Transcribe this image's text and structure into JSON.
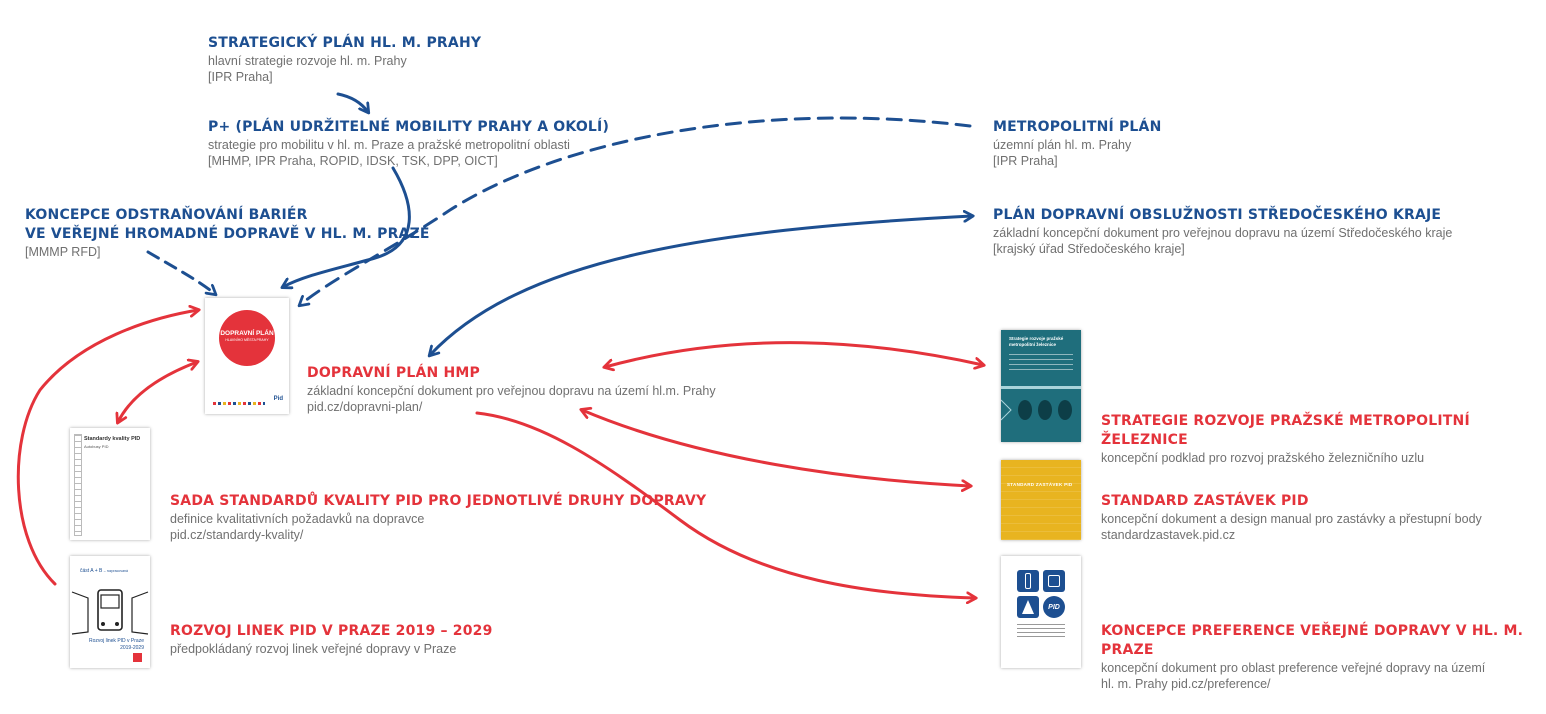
{
  "nodes": {
    "strategic": {
      "title": "STRATEGICKÝ PLÁN HL. M. PRAHY",
      "desc": "hlavní strategie rozvoje hl. m. Prahy",
      "org": "[IPR Praha]"
    },
    "pplus": {
      "title": "P+ (PLÁN UDRŽITELNÉ MOBILITY PRAHY A OKOLÍ)",
      "desc": "strategie pro mobilitu v hl. m. Praze a pražské metropolitní oblasti",
      "org": "[MHMP, IPR Praha, ROPID, IDSK, TSK, DPP, OICT]"
    },
    "metro_plan": {
      "title": "METROPOLITNÍ PLÁN",
      "desc": "územní plán hl. m. Prahy",
      "org": "[IPR Praha]"
    },
    "barriers": {
      "title1": "KONCEPCE ODSTRAŇOVÁNÍ BARIÉR",
      "title2": "VE VEŘEJNÉ HROMADNÉ DOPRAVĚ V HL. M. PRAZE",
      "org": "[MMMP RFD]"
    },
    "stc": {
      "title": "PLÁN DOPRAVNÍ OBSLUŽNOSTI STŘEDOČESKÉHO KRAJE",
      "desc": "základní koncepční dokument pro veřejnou dopravu na území Středočeského kraje",
      "org": "[krajský úřad Středočeského kraje]"
    },
    "dp_hmp": {
      "title": "DOPRAVNÍ PLÁN HMP",
      "desc": "základní koncepční dokument pro veřejnou dopravu na území hl.m. Prahy",
      "link": "pid.cz/dopravni-plan/"
    },
    "rail": {
      "title": "STRATEGIE ROZVOJE PRAŽSKÉ METROPOLITNÍ ŽELEZNICE",
      "desc": "koncepční podklad pro rozvoj pražského železničního uzlu"
    },
    "standards": {
      "title": "SADA STANDARDŮ KVALITY PID PRO JEDNOTLIVÉ DRUHY DOPRAVY",
      "desc": "definice kvalitativních požadavků na dopravce",
      "link": "pid.cz/standardy-kvality/"
    },
    "stops": {
      "title": "STANDARD ZASTÁVEK PID",
      "desc": "koncepční dokument a design manual pro zastávky a přestupní body",
      "link": "standardzastavek.pid.cz"
    },
    "lines": {
      "title": "ROZVOJ LINEK PID V PRAZE 2019 – 2029",
      "desc": "předpokládaný rozvoj linek veřejné dopravy v Praze"
    },
    "preference": {
      "title": "KONCEPCE PREFERENCE VEŘEJNÉ DOPRAVY V HL. M. PRAZE",
      "desc1": "koncepční dokument pro oblast preference veřejné dopravy na území",
      "desc2": "hl. m. Prahy pid.cz/preference/"
    }
  },
  "covers": {
    "dp": {
      "line1": "DOPRAVNÍ PLÁN",
      "line2": "HLAVNÍHO MĚSTA PRAHY",
      "brand": "Pid"
    },
    "standards": {
      "title": "Standardy kvality PID",
      "sub": "Autobusy PID"
    },
    "lines": {
      "top": "část A + B",
      "top_sub": "– rozpracovaná",
      "title": "Rozvoj linek PID v Praze",
      "years": "2019-2029"
    },
    "rail": {
      "title1": "Strategie rozvoje pražské",
      "title2": "metropolitní železnice"
    },
    "stops": {
      "title": "STANDARD ZASTÁVEK PID"
    },
    "pref": {
      "badge": "PID"
    }
  },
  "colors": {
    "blue": "#1d4f91",
    "red": "#e4333b",
    "gray": "#707070",
    "teal": "#1f6e7c",
    "yellow": "#e8b420"
  },
  "icons": [
    "arrow-head",
    "traffic-light-icon",
    "tram-icon",
    "road-icon",
    "pid-logo-icon"
  ]
}
